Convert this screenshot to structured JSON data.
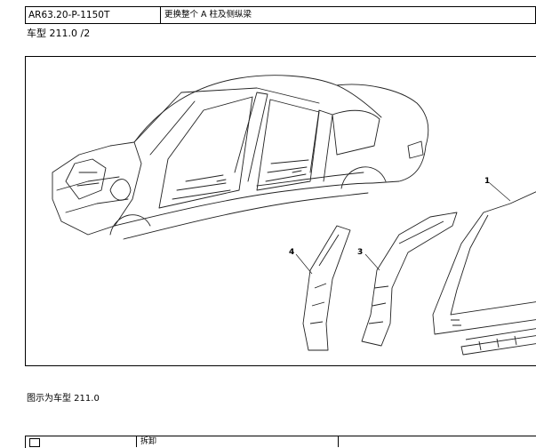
{
  "header": {
    "code": "AR63.20-P-1150T",
    "title": "更换整个 A 柱及侧纵梁"
  },
  "model_line": "车型   211.0 /2",
  "figure": {
    "callouts": [
      "1",
      "3",
      "4"
    ]
  },
  "caption": "图示为车型 211.0",
  "footer": {
    "label": "拆卸"
  }
}
